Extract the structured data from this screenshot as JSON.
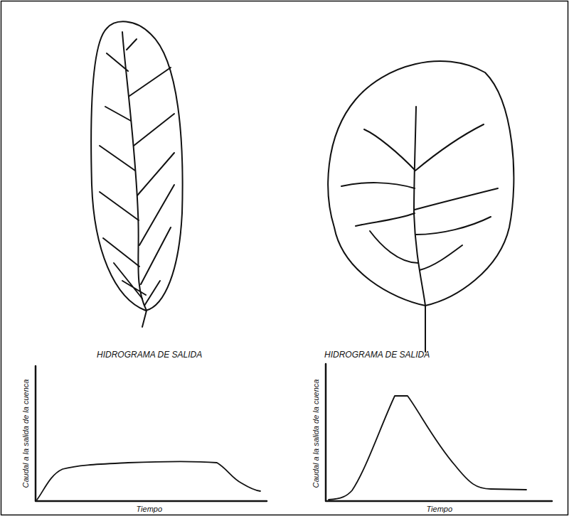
{
  "diagram": {
    "labels": [
      "HIDROGRAMA DE SALIDA",
      "Caudal a la salida de la cuenca",
      "Tiempo",
      "HIDROGRAMA DE SALIDA",
      "Caudal a la salida de la cuenca",
      "Tiempo"
    ]
  }
}
